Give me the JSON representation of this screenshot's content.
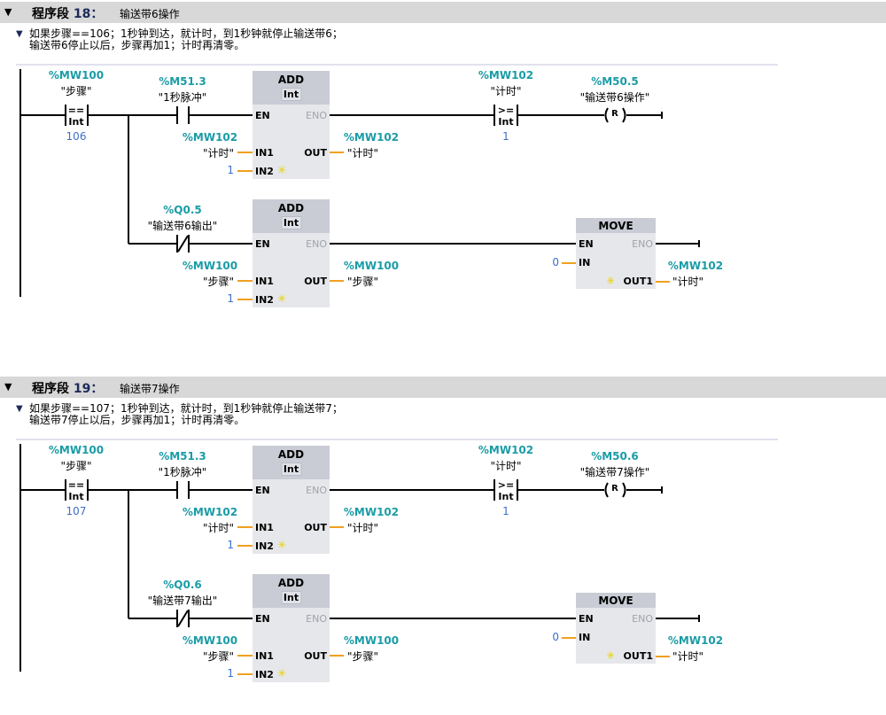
{
  "networks": [
    {
      "label": "程序段",
      "number": "18：",
      "title": "输送带6操作",
      "comment": [
        "如果步骤==106；1秒钟到达，就计时，到1秒钟就停止输送带6；",
        "输送带6停止以后，步骤再加1；计时再清零。"
      ],
      "compare_eq": {
        "address": "%MW100",
        "symbol": "\"步骤\"",
        "op": "==",
        "type": "Int",
        "value": "106"
      },
      "contact_no": {
        "address": "%M51.3",
        "symbol": "\"1秒脉冲\""
      },
      "add1": {
        "op": "ADD",
        "type": "Int",
        "en": "EN",
        "eno": "ENO",
        "in1": "IN1",
        "in2": "IN2",
        "out": "OUT",
        "in1_address": "%MW102",
        "in1_symbol": "\"计时\"",
        "in2_value": "1",
        "out_address": "%MW102",
        "out_symbol": "\"计时\""
      },
      "compare_ge": {
        "address": "%MW102",
        "symbol": "\"计时\"",
        "op": ">=",
        "type": "Int",
        "value": "1"
      },
      "coil_reset": {
        "address": "%M50.5",
        "symbol": "\"输送带6操作\"",
        "label": "R"
      },
      "contact_nc": {
        "address": "%Q0.5",
        "symbol": "\"输送带6输出\""
      },
      "add2": {
        "op": "ADD",
        "type": "Int",
        "en": "EN",
        "eno": "ENO",
        "in1": "IN1",
        "in2": "IN2",
        "out": "OUT",
        "in1_address": "%MW100",
        "in1_symbol": "\"步骤\"",
        "in2_value": "1",
        "out_address": "%MW100",
        "out_symbol": "\"步骤\""
      },
      "move": {
        "op": "MOVE",
        "en": "EN",
        "eno": "ENO",
        "in": "IN",
        "out1": "OUT1",
        "in_value": "0",
        "out_address": "%MW102",
        "out_symbol": "\"计时\""
      }
    },
    {
      "label": "程序段",
      "number": "19：",
      "title": "输送带7操作",
      "comment": [
        "如果步骤==107；1秒钟到达，就计时，到1秒钟就停止输送带7；",
        "输送带7停止以后，步骤再加1；计时再清零。"
      ],
      "compare_eq": {
        "address": "%MW100",
        "symbol": "\"步骤\"",
        "op": "==",
        "type": "Int",
        "value": "107"
      },
      "contact_no": {
        "address": "%M51.3",
        "symbol": "\"1秒脉冲\""
      },
      "add1": {
        "op": "ADD",
        "type": "Int",
        "en": "EN",
        "eno": "ENO",
        "in1": "IN1",
        "in2": "IN2",
        "out": "OUT",
        "in1_address": "%MW102",
        "in1_symbol": "\"计时\"",
        "in2_value": "1",
        "out_address": "%MW102",
        "out_symbol": "\"计时\""
      },
      "compare_ge": {
        "address": "%MW102",
        "symbol": "\"计时\"",
        "op": ">=",
        "type": "Int",
        "value": "1"
      },
      "coil_reset": {
        "address": "%M50.6",
        "symbol": "\"输送带7操作\"",
        "label": "R"
      },
      "contact_nc": {
        "address": "%Q0.6",
        "symbol": "\"输送带7输出\""
      },
      "add2": {
        "op": "ADD",
        "type": "Int",
        "en": "EN",
        "eno": "ENO",
        "in1": "IN1",
        "in2": "IN2",
        "out": "OUT",
        "in1_address": "%MW100",
        "in1_symbol": "\"步骤\"",
        "in2_value": "1",
        "out_address": "%MW100",
        "out_symbol": "\"步骤\""
      },
      "move": {
        "op": "MOVE",
        "en": "EN",
        "eno": "ENO",
        "in": "IN",
        "out1": "OUT1",
        "in_value": "0",
        "out_address": "%MW102",
        "out_symbol": "\"计时\""
      }
    }
  ],
  "colors": {
    "address": "#1a9ca6",
    "constant": "#3c6fc8",
    "wire": "#000000",
    "param_wire": "#f0a020",
    "header_bg": "#d8d8d8"
  }
}
